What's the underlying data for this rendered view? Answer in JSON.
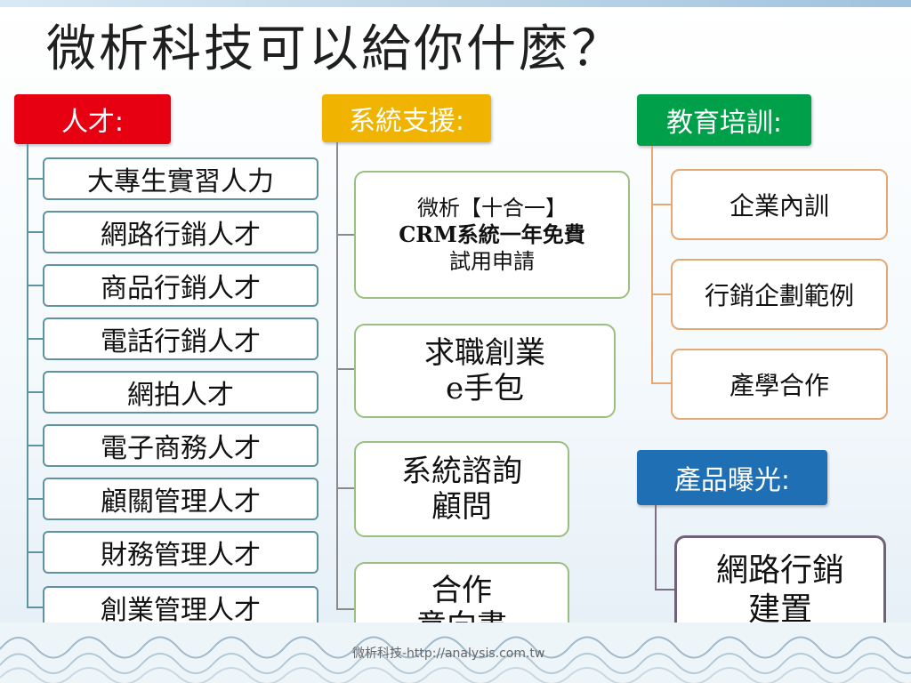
{
  "title": "微析科技可以給你什麼？",
  "talent": {
    "header": "人才:",
    "color": "#e60012",
    "items": [
      "大專生實習人力",
      "網路行銷人才",
      "商品行銷人才",
      "電話行銷人才",
      "網拍人才",
      "電子商務人才",
      "顧關管理人才",
      "財務管理人才",
      "創業管理人才"
    ]
  },
  "support": {
    "header": "系統支援:",
    "color": "#f0b400",
    "boxes": [
      {
        "lines": [
          "微析【十合一】",
          "CRM系統一年免費",
          "試用申請"
        ]
      },
      {
        "lines": [
          "求職創業",
          "e手包"
        ]
      },
      {
        "lines": [
          "系統諮詢",
          "顧問"
        ]
      },
      {
        "lines": [
          "合作",
          "意向書"
        ]
      }
    ]
  },
  "training": {
    "header": "教育培訓:",
    "color": "#00a04a",
    "items": [
      "企業內訓",
      "行銷企劃範例",
      "產學合作"
    ]
  },
  "exposure": {
    "header": "產品曝光:",
    "color": "#1f6fb5",
    "box": {
      "lines": [
        "網路行銷",
        "建置"
      ]
    }
  },
  "footer": "微析科技-http://analysis.com.tw"
}
